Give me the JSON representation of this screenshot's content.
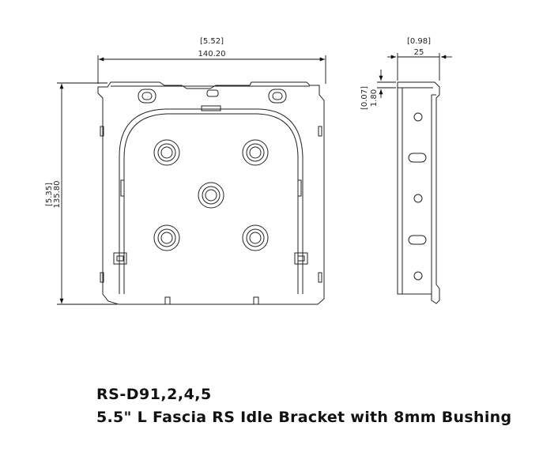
{
  "dimensions": {
    "width_in": "[5.52]",
    "width_mm": "140.20",
    "height_in": "[5.35]",
    "height_mm": "135.80",
    "side_width_in": "[0.98]",
    "side_width_mm": "25",
    "thickness_in": "[0.07]",
    "thickness_mm": "1.80"
  },
  "caption": {
    "part_number": "RS-D91,2,4,5",
    "description": "5.5\" L Fascia RS Idle Bracket with 8mm Bushing"
  }
}
